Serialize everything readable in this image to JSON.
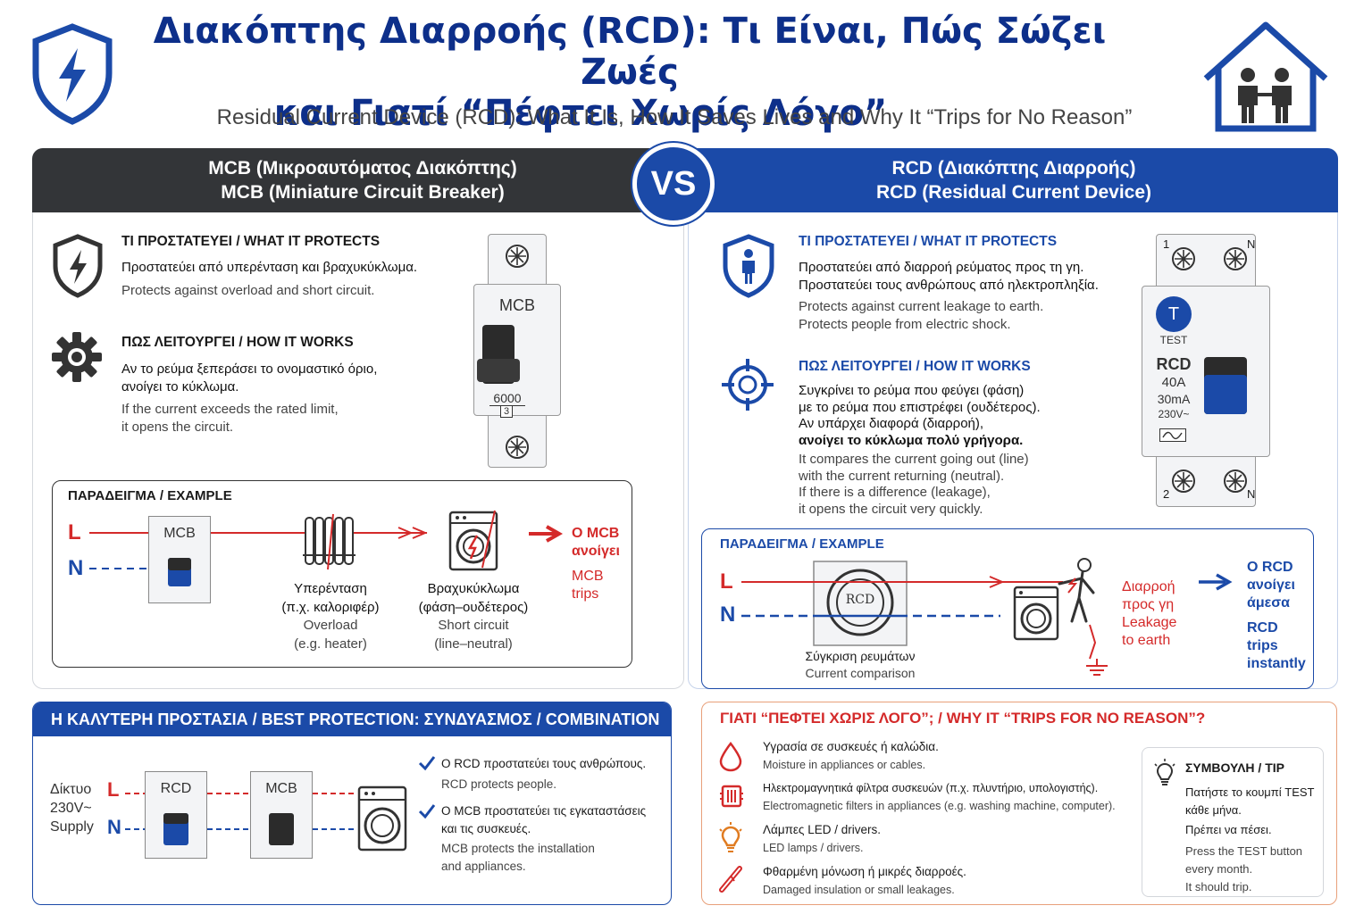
{
  "header": {
    "title_line1": "Διακόπτης Διαρροής (RCD): Τι Είναι, Πώς Σώζει Ζωές",
    "title_line2": "και Γιατί “Πέφτει Χωρίς Λόγο”",
    "subtitle": "Residual Current Device (RCD): What It Is, How It Saves Lives and Why It “Trips for No Reason”",
    "left_icon": "shield-lightning-icon",
    "right_icon": "house-family-icon"
  },
  "mcb": {
    "header_gr": "MCB (Μικροαυτόματος Διακόπτης)",
    "header_en": "MCB (Miniature Circuit Breaker)",
    "protects_title_gr": "ΤΙ ΠΡΟΣΤΑΤΕΥΕΙ",
    "protects_title_en": "/ WHAT IT PROTECTS",
    "protects_gr": "Προστατεύει από υπερένταση και βραχυκύκλωμα.",
    "protects_en": "Protects against overload and short circuit.",
    "works_title_gr": "ΠΩΣ ΛΕΙΤΟΥΡΓΕΙ",
    "works_title_en": "/ HOW IT WORKS",
    "works_gr_1": "Αν το ρεύμα ξεπεράσει το ονομαστικό όριο,",
    "works_gr_2": "ανοίγει το κύκλωμα.",
    "works_en_1": "If the current exceeds the rated limit,",
    "works_en_2": "it opens the circuit.",
    "device_label": "MCB",
    "device_rating": "6000",
    "device_class": "3",
    "example_title": "ΠΑΡΑΔΕΙΓΜΑ / EXAMPLE",
    "line_l": "L",
    "line_n": "N",
    "box_label": "MCB",
    "overload_gr_1": "Υπερένταση",
    "overload_gr_2": "(π.χ. καλοριφέρ)",
    "overload_en_1": "Overload",
    "overload_en_2": "(e.g. heater)",
    "short_gr_1": "Βραχυκύκλωμα",
    "short_gr_2": "(φάση–ουδέτερος)",
    "short_en_1": "Short circuit",
    "short_en_2": "(line–neutral)",
    "result_gr_1": "Ο MCB",
    "result_gr_2": "ανοίγει",
    "result_en_1": "MCB",
    "result_en_2": "trips"
  },
  "vs_label": "VS",
  "rcd": {
    "header_gr": "RCD (Διακόπτης Διαρροής)",
    "header_en": "RCD (Residual Current Device)",
    "protects_title_gr": "ΤΙ ΠΡΟΣΤΑΤΕΥΕΙ",
    "protects_title_en": "/ WHAT IT PROTECTS",
    "protects_gr_1": "Προστατεύει από διαρροή ρεύματος προς τη γη.",
    "protects_gr_2": "Προστατεύει τους ανθρώπους από ηλεκτροπληξία.",
    "protects_en_1": "Protects against current leakage to earth.",
    "protects_en_2": "Protects people from electric shock.",
    "works_title_gr": "ΠΩΣ ΛΕΙΤΟΥΡΓΕΙ",
    "works_title_en": "/ HOW IT WORKS",
    "works_gr_1": "Συγκρίνει το ρεύμα που φεύγει (φάση)",
    "works_gr_2": "με το ρεύμα που επιστρέφει (ουδέτερος).",
    "works_gr_3": "Αν υπάρχει διαφορά (διαρροή),",
    "works_gr_4": "ανοίγει το κύκλωμα πολύ γρήγορα.",
    "works_en_1": "It compares the current going out (line)",
    "works_en_2": "with the current returning (neutral).",
    "works_en_3": "If there is a difference (leakage),",
    "works_en_4": "it opens the circuit very quickly.",
    "device_test_btn": "T",
    "device_test_label": "TEST",
    "device_label": "RCD",
    "device_amps": "40A",
    "device_ma": "30mA",
    "device_volt": "230V~",
    "term_1": "1",
    "term_n_top": "N",
    "term_2": "2",
    "term_n_bottom": "N",
    "example_title": "ΠΑΡΑΔΕΙΓΜΑ / EXAMPLE",
    "line_l": "L",
    "line_n": "N",
    "core_label": "RCD",
    "compare_gr": "Σύγκριση ρευμάτων",
    "compare_en": "Current comparison",
    "leak_gr_1": "Διαρροή",
    "leak_gr_2": "προς γη",
    "leak_en_1": "Leakage",
    "leak_en_2": "to earth",
    "result_gr_1": "Ο RCD",
    "result_gr_2": "ανοίγει",
    "result_gr_3": "άμεσα",
    "result_en_1": "RCD",
    "result_en_2": "trips",
    "result_en_3": "instantly"
  },
  "best": {
    "header": "Η ΚΑΛΥΤΕΡΗ ΠΡΟΣΤΑΣΙΑ / BEST PROTECTION: ΣΥΝΔΥΑΣΜΟΣ / COMBINATION",
    "supply_1": "Δίκτυο",
    "supply_2": "230V~",
    "supply_3": "Supply",
    "line_l": "L",
    "line_n": "N",
    "rcd_label": "RCD",
    "mcb_label": "MCB",
    "check1_gr": "Ο RCD προστατεύει τους ανθρώπους.",
    "check1_en": "RCD protects people.",
    "check2_gr_1": "Ο MCB προστατεύει τις εγκαταστάσεις",
    "check2_gr_2": "και τις συσκευές.",
    "check2_en_1": "MCB protects the installation",
    "check2_en_2": "and appliances."
  },
  "why": {
    "header": "ΓΙΑΤΙ “ΠΕΦΤΕΙ ΧΩΡΙΣ ΛΟΓΟ”; / WHY IT “TRIPS FOR NO REASON”?",
    "items": [
      {
        "icon": "water-drop-icon",
        "gr": "Υγρασία σε συσκευές ή καλώδια.",
        "en": "Moisture in appliances or cables."
      },
      {
        "icon": "filter-icon",
        "gr": "Ηλεκτρομαγνητικά φίλτρα συσκευών (π.χ. πλυντήριο, υπολογιστής).",
        "en": "Electromagnetic filters in appliances (e.g. washing machine, computer)."
      },
      {
        "icon": "led-bulb-icon",
        "gr": "Λάμπες LED / drivers.",
        "en": "LED lamps / drivers."
      },
      {
        "icon": "damaged-cable-icon",
        "gr": "Φθαρμένη μόνωση ή μικρές διαρροές.",
        "en": "Damaged insulation or small leakages."
      }
    ],
    "tip_title": "ΣΥΜΒΟΥΛΗ / TIP",
    "tip_gr_1": "Πατήστε το κουμπί TEST",
    "tip_gr_2": "κάθε μήνα.",
    "tip_gr_3": "Πρέπει να πέσει.",
    "tip_en_1": "Press the TEST button",
    "tip_en_2": "every month.",
    "tip_en_3": "It should trip."
  },
  "colors": {
    "brand_blue": "#1b4aa8",
    "title_blue": "#0d2f8a",
    "dark": "#333538",
    "alert_red": "#d42a2a"
  }
}
